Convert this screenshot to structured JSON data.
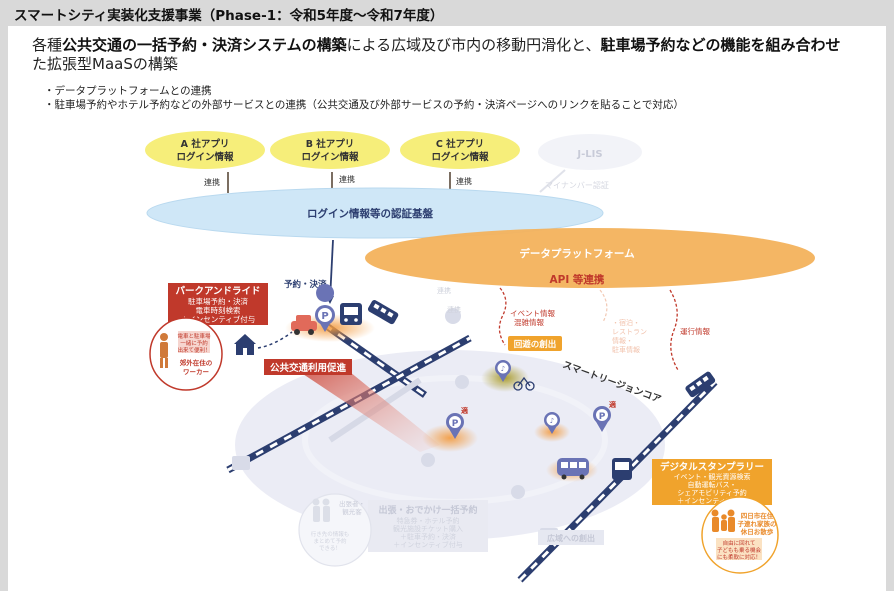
{
  "header": {
    "title": "スマートシティ実装化支援事業（Phase-1：令和5年度〜令和7年度）"
  },
  "lead": {
    "p1": "各種",
    "b1": "公共交通の一括予約・決済システムの構築",
    "p2": "による広域及び市内の移動円滑化と、",
    "b2": "駐車場予約などの機能を組み合わせ",
    "p3": "た拡張型MaaSの構築"
  },
  "bullets": [
    "・データプラットフォームとの連携",
    "・駐車場予約やホテル予約などの外部サービスとの連携（公共交通及び外部サービスの予約・決済ページへのリンクを貼ることで対応）"
  ],
  "diagram": {
    "apps": [
      {
        "l1": "A 社アプリ",
        "l2": "ログイン情報"
      },
      {
        "l1": "B 社アプリ",
        "l2": "ログイン情報"
      },
      {
        "l1": "C 社アプリ",
        "l2": "ログイン情報"
      }
    ],
    "jlis": "J-LIS",
    "mynumber": "マイナンバー認証",
    "link_label": "連携",
    "auth_platform": "ログイン情報等の認証基盤",
    "data_platform": "データプラットフォーム",
    "api_link": "API 等連携",
    "reserve_pay": "予約・決済",
    "park_ride": {
      "title": "パークアンドライド",
      "lines": [
        "駐車場予約・決済",
        "電車時刻検索",
        "＋インセンティブ付与"
      ]
    },
    "worker": {
      "note": [
        "電車と駐車場",
        "一緒に予約",
        "出来て便利！"
      ],
      "label": [
        "郊外在住の",
        "ワーカー"
      ]
    },
    "transit_promo": "公共交通利用促進",
    "event_info": [
      "イベント情報",
      "混雑情報"
    ],
    "shop_info": [
      "・宿泊・",
      "レストラン",
      "情報・",
      "駐車情報"
    ],
    "operation_info": "運行情報",
    "circulation": "回遊の創出",
    "smart_road": "スマートリージョンコア",
    "stamp_rally": {
      "title": "デジタルスタンプラリー",
      "lines": [
        "イベント・観光資源検索",
        "自動運転バス・",
        "シェアモビリティ予約",
        "＋インセンティブ付与"
      ]
    },
    "family": {
      "label": [
        "四日市在住",
        "子連れ家族の",
        "休日お散歩"
      ],
      "note": [
        "自由に回れて",
        "子どもも乗る機会",
        "にも柔軟に対応！"
      ]
    },
    "bundle": {
      "title": "出張・おでかけ一括予約",
      "lines": [
        "特急券・ホテル予約",
        "観光施設チケット購入",
        "＋駐車予約・決済",
        "＋インセンティブ付与"
      ]
    },
    "traveler": [
      "出張者・",
      "観光客"
    ],
    "traveler_note": [
      "行き先の情報も",
      "まとめて予約",
      "できる！"
    ],
    "wide_area": "広域への創出",
    "tekiyo": "適"
  },
  "colors": {
    "app_bubble": "#f6ee7a",
    "auth_platform": "#cfe7f7",
    "data_platform": "#f3b25c",
    "park_ride_red": "#c0392b",
    "stamp_orange": "#f0a32c",
    "navy": "#2c3e70",
    "pin_purple": "#6a73b5"
  }
}
